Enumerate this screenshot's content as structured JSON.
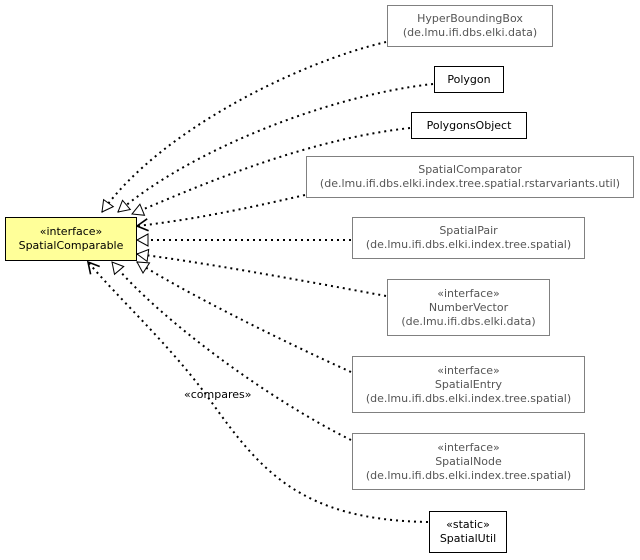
{
  "diagram": {
    "focus": {
      "stereotype": "«interface»",
      "name": "SpatialComparable"
    },
    "classes": [
      {
        "id": "hyperboundingbox",
        "lines": [
          "HyperBoundingBox",
          "(de.lmu.ifi.dbs.elki.data)"
        ],
        "local": false
      },
      {
        "id": "polygon",
        "lines": [
          "Polygon"
        ],
        "local": true
      },
      {
        "id": "polygonsobject",
        "lines": [
          "PolygonsObject"
        ],
        "local": true
      },
      {
        "id": "spatialcomparator",
        "lines": [
          "SpatialComparator",
          "(de.lmu.ifi.dbs.elki.index.tree.spatial.rstarvariants.util)"
        ],
        "local": false
      },
      {
        "id": "spatialpair",
        "lines": [
          "SpatialPair",
          "(de.lmu.ifi.dbs.elki.index.tree.spatial)"
        ],
        "local": false
      },
      {
        "id": "numbervector",
        "lines": [
          "«interface»",
          "NumberVector",
          "(de.lmu.ifi.dbs.elki.data)"
        ],
        "local": false
      },
      {
        "id": "spatialentry",
        "lines": [
          "«interface»",
          "SpatialEntry",
          "(de.lmu.ifi.dbs.elki.index.tree.spatial)"
        ],
        "local": false
      },
      {
        "id": "spatialnode",
        "lines": [
          "«interface»",
          "SpatialNode",
          "(de.lmu.ifi.dbs.elki.index.tree.spatial)"
        ],
        "local": false
      },
      {
        "id": "spatialutil",
        "lines": [
          "«static»",
          "SpatialUtil"
        ],
        "local": true
      }
    ],
    "edge_label": "«compares»",
    "colors": {
      "focus_fill": "#ffff99",
      "local_border": "#000000",
      "external_border": "#808080",
      "external_text": "#555555"
    }
  }
}
